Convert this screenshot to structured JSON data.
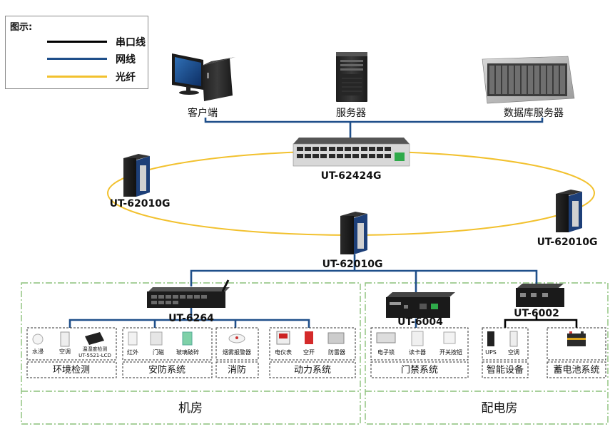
{
  "legend": {
    "title": "图示:",
    "items": [
      {
        "label": "串口线",
        "color": "#000000"
      },
      {
        "label": "网线",
        "color": "#1f4f8a"
      },
      {
        "label": "光纤",
        "color": "#f2c12e"
      }
    ]
  },
  "colors": {
    "serial": "#000000",
    "network": "#1f4f8a",
    "fiber": "#f2c12e",
    "zone_border": "#8cc07a"
  },
  "top_devices": {
    "client": "客户端",
    "server": "服务器",
    "db_server": "数据库服务器"
  },
  "switches": {
    "core": "UT-62424G",
    "left": "UT-62010G",
    "right": "UT-62010G",
    "middle": "UT-62010G"
  },
  "gateways": {
    "g6264": "UT-6264",
    "g6004": "UT-6004",
    "g6002": "UT-6002"
  },
  "groups": {
    "env": {
      "label": "环境检测",
      "items": [
        "水浸",
        "空调",
        "温湿度检测",
        "UT-5521-LCD"
      ]
    },
    "security": {
      "label": "安防系统",
      "items": [
        "红外",
        "门磁",
        "玻璃破碎"
      ]
    },
    "fire": {
      "label": "消防",
      "items": [
        "烟雾报警器"
      ]
    },
    "power": {
      "label": "动力系统",
      "items": [
        "电仪表",
        "空开",
        "防雷器"
      ]
    },
    "access": {
      "label": "门禁系统",
      "items": [
        "电子锁",
        "读卡器",
        "开关按钮"
      ]
    },
    "smart": {
      "label": "智能设备",
      "items": [
        "UPS",
        "空调"
      ]
    },
    "battery": {
      "label": "蓄电池系统",
      "items": []
    }
  },
  "zones": {
    "machine_room": "机房",
    "power_room": "配电房"
  }
}
